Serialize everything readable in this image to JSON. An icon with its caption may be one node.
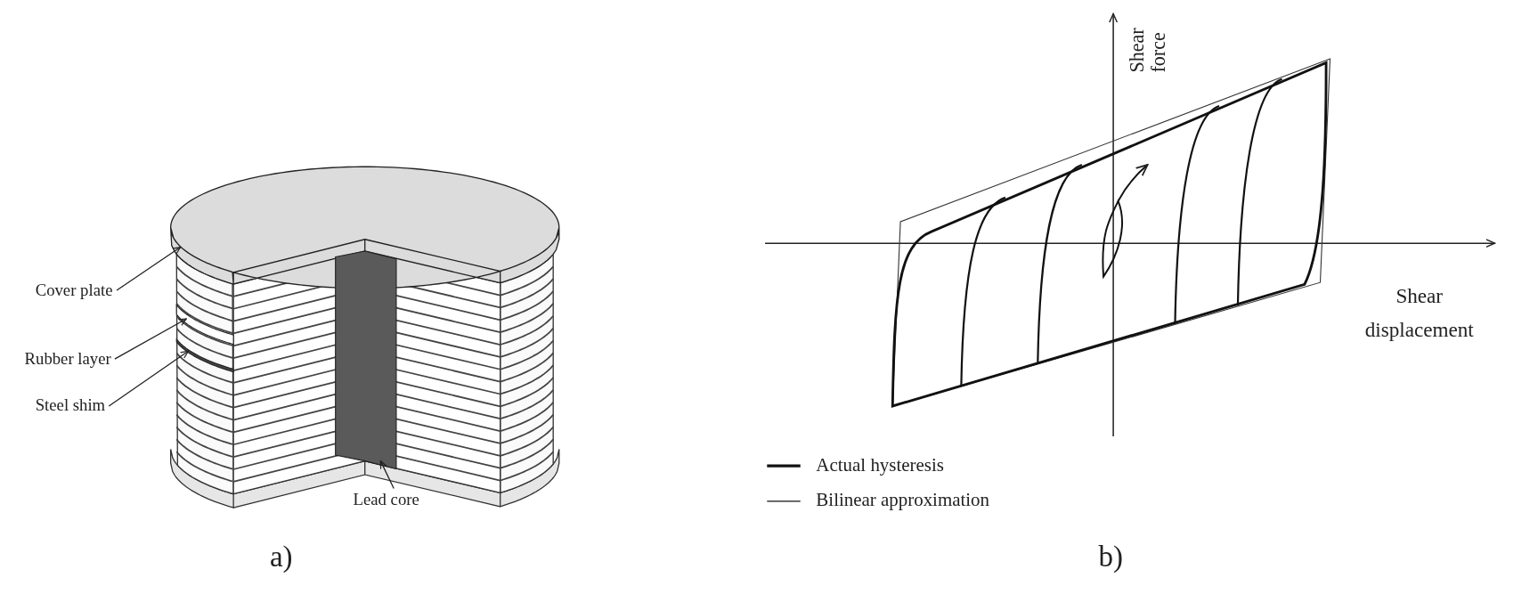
{
  "diagram": {
    "nodes": [
      {
        "text": [
          "Cover plate"
        ]
      },
      {
        "text": [
          "Rubber layer"
        ]
      },
      {
        "text": [
          "Steel shim"
        ]
      },
      {
        "text": [
          "Lead core"
        ]
      },
      {
        "text": [],
        "shape": "box"
      },
      {
        "text": [],
        "shape": "bar"
      },
      {
        "text": [],
        "shape": "bar"
      },
      {
        "text": [],
        "shape": "bar"
      }
    ],
    "edges": [
      {
        "from": 0,
        "to": 4,
        "arrow": "to"
      },
      {
        "from": 1,
        "to": 5,
        "arrow": "to"
      },
      {
        "from": 2,
        "to": 6,
        "arrow": "to"
      },
      {
        "from": 3,
        "to": 7,
        "arrow": "to"
      }
    ],
    "labels": [
      "Shear force",
      "Shear displacement",
      "a)",
      "b)"
    ],
    "legend": [
      {
        "text": "Actual hysteresis"
      },
      {
        "text": "Bilinear approximation"
      }
    ]
  }
}
